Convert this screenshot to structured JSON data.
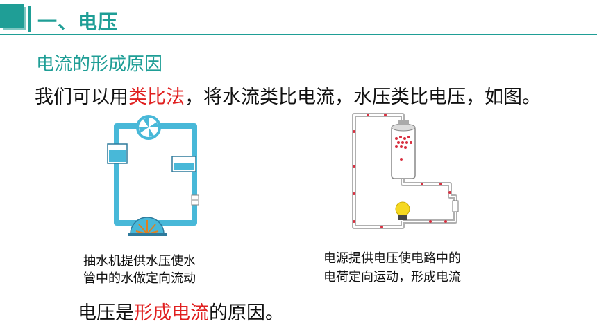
{
  "header": {
    "title": "一、电压"
  },
  "subtitle": "电流的形成原因",
  "intro": {
    "part1": "我们可以用",
    "highlight": "类比法",
    "part2": "，将水流类比电流，水压类比电压，如图。"
  },
  "figures": {
    "water_caption_line1": "抽水机提供水压使水",
    "water_caption_line2": "管中的水做定向流动",
    "circuit_caption_line1": "电源提供电压使电路中的",
    "circuit_caption_line2": "电荷定向运动，形成电流"
  },
  "conclusion": {
    "part1": "电压是",
    "highlight": "形成电流",
    "part2": "的原因。"
  },
  "colors": {
    "accent": "#1f9e96",
    "highlight": "#e02020",
    "pipe": "#48b8d8",
    "charge": "#d83040"
  }
}
